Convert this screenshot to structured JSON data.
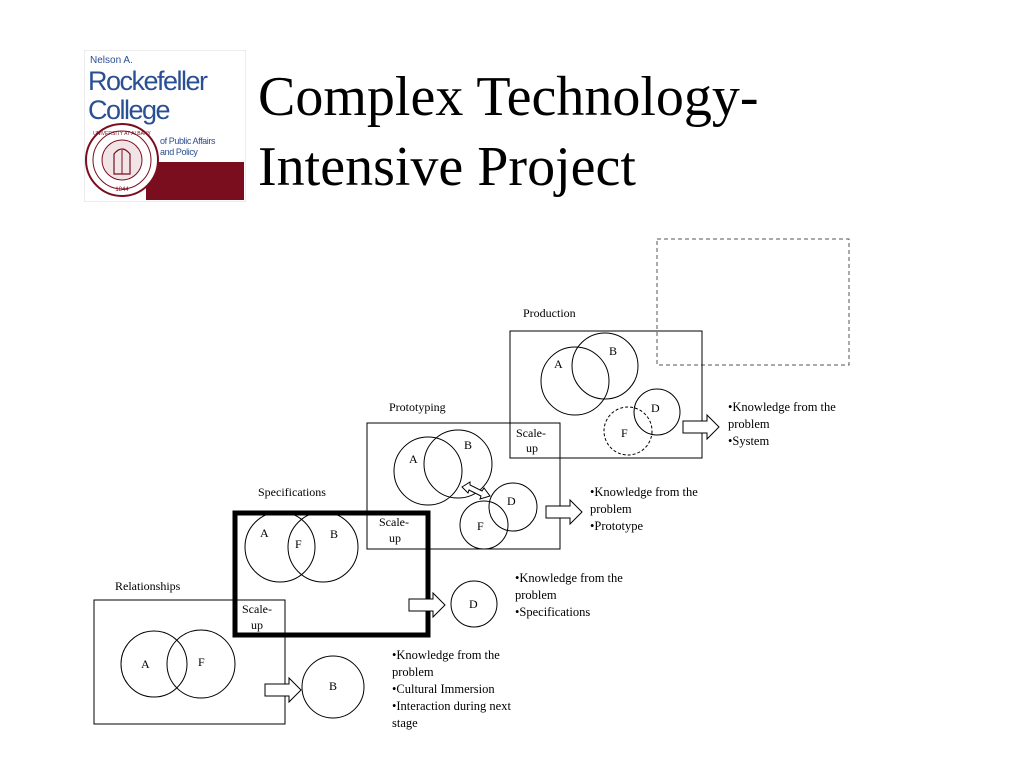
{
  "title": {
    "line1": "Complex Technology-",
    "line2": "Intensive Project"
  },
  "logo": {
    "line1": "Nelson A.",
    "line2": "Rockefeller",
    "line3": "College",
    "line4": "of Public Affairs",
    "line5": "and Policy",
    "seal_top": "UNIVERSITY AT ALBANY",
    "seal_year": "1844",
    "colors": {
      "blue": "#2a4f93",
      "maroon": "#7a0e1f"
    }
  },
  "stages": {
    "relationships": {
      "label": "Relationships",
      "circle_a": "A",
      "circle_f": "F",
      "output_circle": "B",
      "scale_up_1": "Scale-",
      "scale_up_2": "up",
      "bullets": [
        "Knowledge from the",
        "problem",
        "Cultural Immersion",
        "Interaction during next",
        "stage"
      ]
    },
    "specifications": {
      "label": "Specifications",
      "circle_a": "A",
      "circle_f": "F",
      "circle_b": "B",
      "output_circle": "D",
      "scale_up_1": "Scale-",
      "scale_up_2": "up",
      "bullets": [
        "Knowledge from the",
        "problem",
        "Specifications"
      ]
    },
    "prototyping": {
      "label": "Prototyping",
      "circle_a": "A",
      "circle_b": "B",
      "circle_d": "D",
      "circle_f": "F",
      "scale_up_1": "Scale-",
      "scale_up_2": "up",
      "bullets": [
        "Knowledge from the",
        "problem",
        "Prototype"
      ]
    },
    "production": {
      "label": "Production",
      "circle_a": "A",
      "circle_b": "B",
      "circle_d": "D",
      "circle_f": "F",
      "bullets": [
        "Knowledge from the",
        "problem",
        "System"
      ]
    }
  }
}
